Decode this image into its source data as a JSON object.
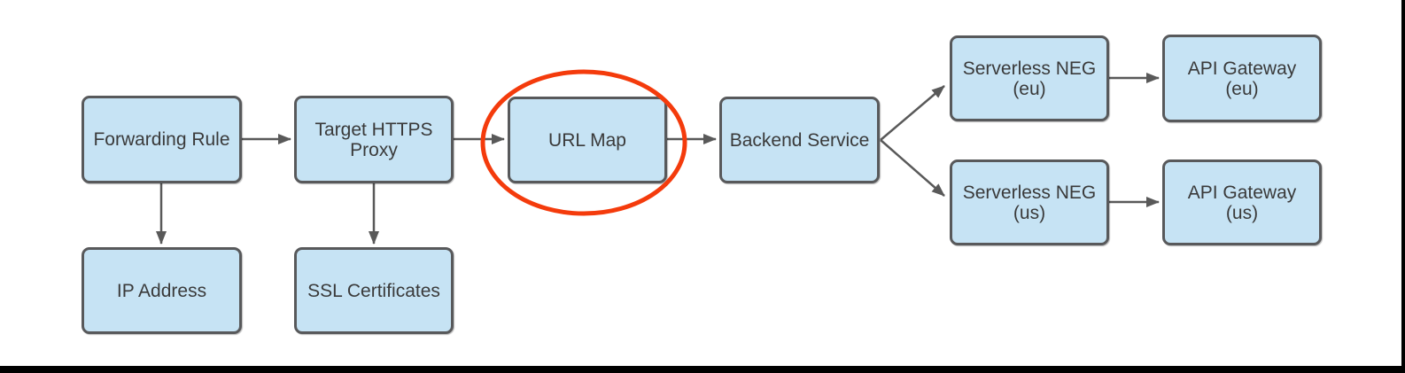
{
  "diagram": {
    "description": "Load balancer architecture flow diagram with URL Map highlighted",
    "nodes": [
      {
        "id": "forwarding-rule",
        "label": "Forwarding Rule",
        "lines": [
          "Forwarding Rule"
        ]
      },
      {
        "id": "target-https-proxy",
        "label": "Target HTTPS Proxy",
        "lines": [
          "Target HTTPS",
          "Proxy"
        ]
      },
      {
        "id": "url-map",
        "label": "URL Map",
        "lines": [
          "URL Map"
        ]
      },
      {
        "id": "backend-service",
        "label": "Backend Service",
        "lines": [
          "Backend Service"
        ]
      },
      {
        "id": "serverless-neg-eu",
        "label": "Serverless NEG (eu)",
        "lines": [
          "Serverless NEG",
          "(eu)"
        ]
      },
      {
        "id": "api-gateway-eu",
        "label": "API Gateway (eu)",
        "lines": [
          "API Gateway",
          "(eu)"
        ]
      },
      {
        "id": "serverless-neg-us",
        "label": "Serverless NEG (us)",
        "lines": [
          "Serverless NEG",
          "(us)"
        ]
      },
      {
        "id": "api-gateway-us",
        "label": "API Gateway (us)",
        "lines": [
          "API Gateway",
          "(us)"
        ]
      },
      {
        "id": "ip-address",
        "label": "IP Address",
        "lines": [
          "IP Address"
        ]
      },
      {
        "id": "ssl-certificates",
        "label": "SSL Certificates",
        "lines": [
          "SSL Certificates"
        ]
      }
    ],
    "connections": [
      {
        "from": "Forwarding Rule",
        "to": "Target HTTPS Proxy"
      },
      {
        "from": "Target HTTPS Proxy",
        "to": "URL Map"
      },
      {
        "from": "URL Map",
        "to": "Backend Service"
      },
      {
        "from": "Backend Service",
        "to": "Serverless NEG (eu)"
      },
      {
        "from": "Backend Service",
        "to": "Serverless NEG (us)"
      },
      {
        "from": "Serverless NEG (eu)",
        "to": "API Gateway (eu)"
      },
      {
        "from": "Serverless NEG (us)",
        "to": "API Gateway (us)"
      },
      {
        "from": "Forwarding Rule",
        "to": "IP Address"
      },
      {
        "from": "Target HTTPS Proxy",
        "to": "SSL Certificates"
      }
    ],
    "highlight": {
      "shape": "ellipse",
      "around": "URL Map",
      "color": "#F43B0C"
    },
    "colors": {
      "node_fill": "#C6E3F4",
      "node_border": "#58595B",
      "arrow": "#595959",
      "text": "#3A3A3A",
      "frame": "#000000",
      "background": "#FFFFFF"
    }
  }
}
